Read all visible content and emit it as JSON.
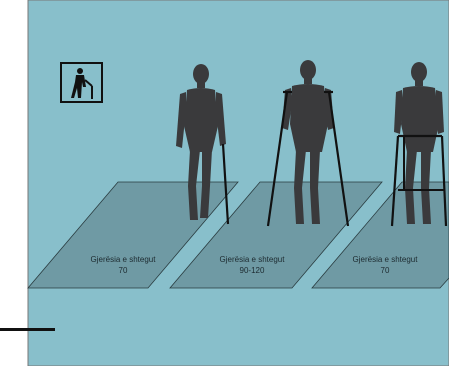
{
  "icon": {
    "name": "elderly-walking-with-cane-icon"
  },
  "colors": {
    "background": "#88bfcb",
    "path": "#6f9aa4",
    "figure": "#3a3a3c",
    "line": "#111111"
  },
  "panels": [
    {
      "aid": "cane",
      "label_line1": "Gjerësia e shtegut",
      "label_line2": "70"
    },
    {
      "aid": "crutches",
      "label_line1": "Gjerësia e shtegut",
      "label_line2": "90-120"
    },
    {
      "aid": "walker",
      "label_line1": "Gjerësia e shtegut",
      "label_line2": "70"
    }
  ]
}
